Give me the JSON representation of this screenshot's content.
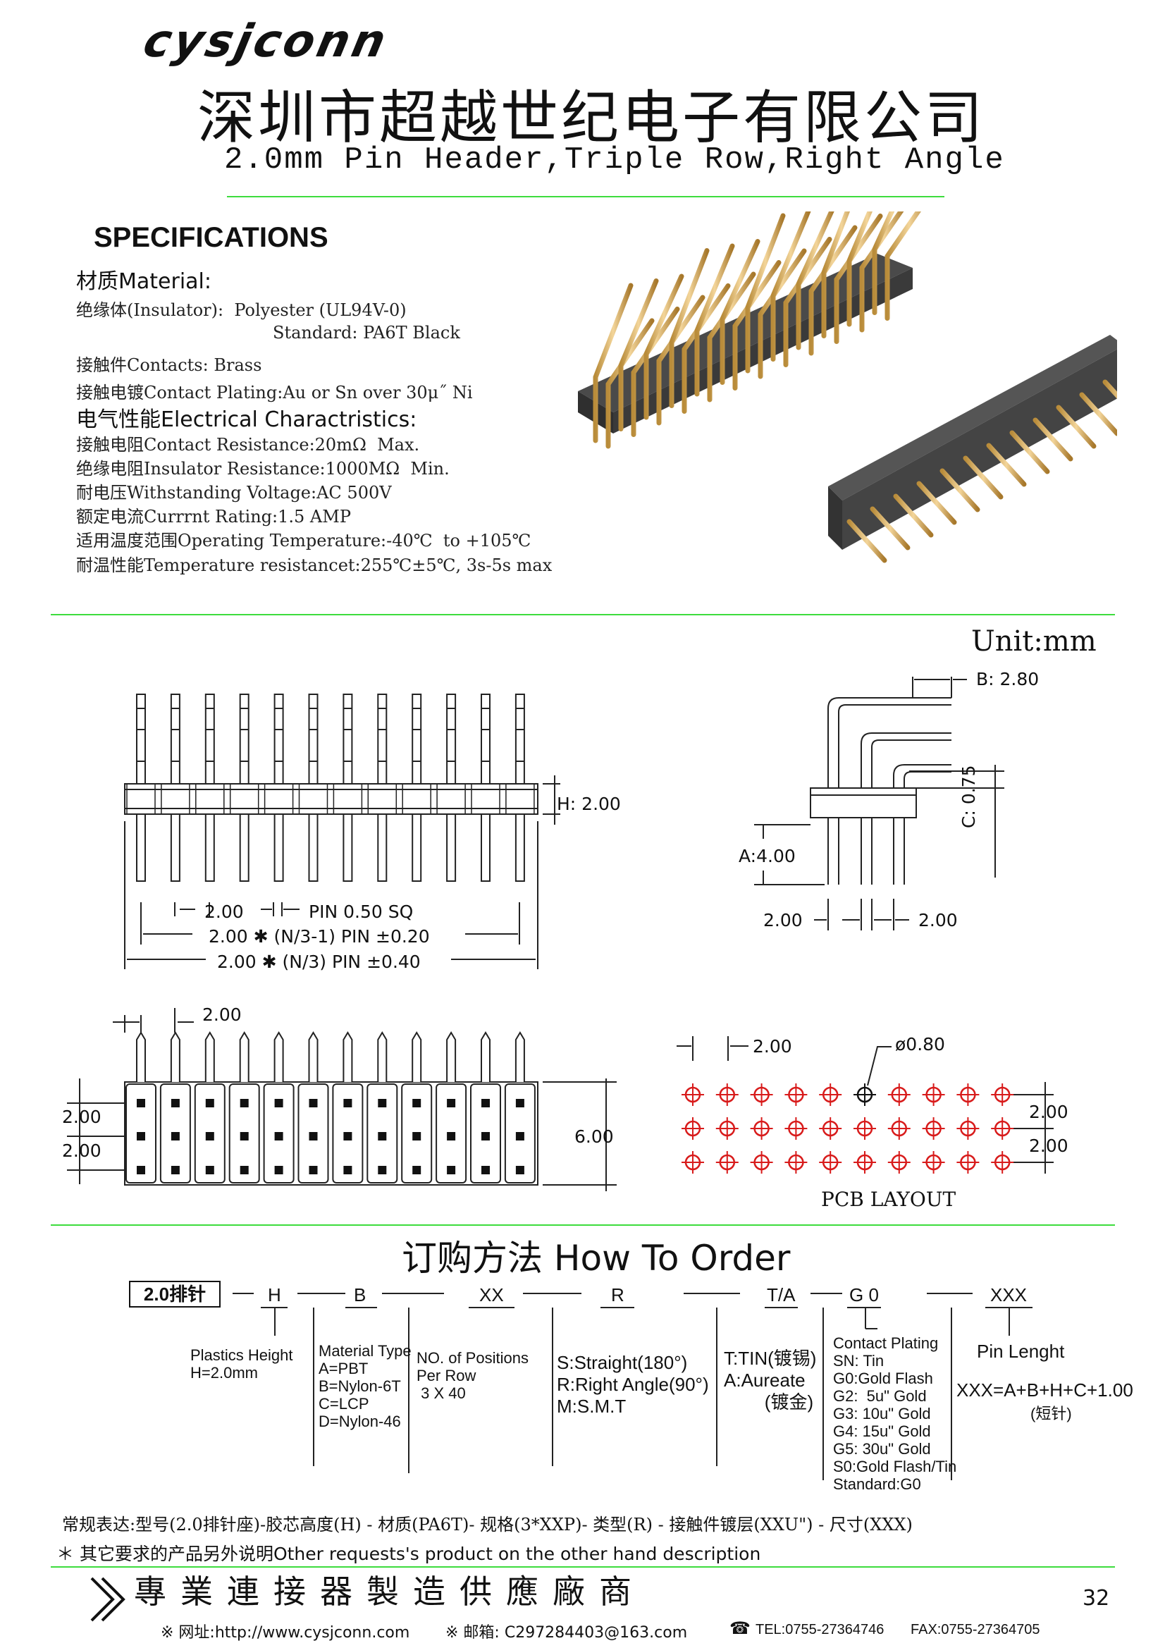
{
  "header": {
    "logo_text": "cysjconn",
    "company_name": "深圳市超越世纪电子有限公司",
    "subtitle": "2.0mm Pin Header,Triple Row,Right Angle"
  },
  "specifications": {
    "title": "SPECIFICATIONS",
    "material_head": "材质Material:",
    "insulator": "绝缘体(Insulator):  Polyester (UL94V-0)",
    "insulator_std": "Standard: PA6T Black",
    "contacts": "接触件Contacts: Brass",
    "plating": "接触电镀Contact Plating:Au or Sn over 30μ˝ Ni",
    "electrical_head": "电气性能Electrical Charactristics:",
    "contact_resistance": "接触电阻Contact Resistance:20mΩ  Max.",
    "insulator_resistance": "绝缘电阻Insulator Resistance:1000MΩ  Min.",
    "withstanding": "耐电压Withstanding Voltage:AC 500V",
    "current": "额定电流Currrnt Rating:1.5 AMP",
    "op_temp": "适用温度范围Operating Temperature:-40℃  to +105℃",
    "temp_res": "耐温性能Temperature resistancet:255℃±5℃, 3s-5s max"
  },
  "drawing": {
    "unit": "Unit:mm",
    "h_dim": "H: 2.00",
    "pitch": "2.00",
    "pin_sq": "PIN 0.50 SQ",
    "len1": "2.00 ✱ (N/3-1) PIN ±0.20",
    "len2": "2.00 ✱ (N/3) PIN ±0.40",
    "b_dim": "B: 2.80",
    "a_dim": "A:4.00",
    "c_dim": "C: 0.75",
    "side_pitch_left": "2.00",
    "side_pitch_right": "2.00",
    "bottom_pitch": "2.00",
    "row_pitch_1": "2.00",
    "row_pitch_2": "2.00",
    "body_height": "6.00",
    "pcb_pitch": "2.00",
    "hole_dia": "ø0.80",
    "pcb_row_1": "2.00",
    "pcb_row_2": "2.00",
    "pcb_label": "PCB LAYOUT"
  },
  "order": {
    "title": "订购方法  How To Order",
    "code_box": "2.0排针",
    "codes": [
      "H",
      "B",
      "XX",
      "R",
      "T/A",
      "G 0",
      "XXX"
    ],
    "plastics": "Plastics Height\nH=2.0mm",
    "material": "Material Type\nA=PBT\nB=Nylon-6T\nC=LCP\nD=Nylon-46",
    "positions": "NO. of Positions\nPer Row\n 3 X 40",
    "type": "S:Straight(180°)\nR:Right Angle(90°)\nM:S.M.T",
    "tin": "T:TIN(镀锡)\nA:Aureate\n        (镀金)",
    "plating": "Contact Plating\nSN: Tin\nG0:Gold Flash\nG2:  5u\" Gold\nG3: 10u\" Gold\nG4: 15u\" Gold\nG5: 30u\" Gold\nS0:Gold Flash/Tin\nStandard:G0",
    "pin_length_head": "Pin Lenght",
    "pin_length_formula": "XXX=A+B+H+C+1.00",
    "pin_length_note": "(短针)"
  },
  "notes": {
    "regular": "常规表达:型号(2.0排针座)-胶芯高度(H) - 材质(PA6T)- 规格(3*XXP)- 类型(R) - 接触件镀层(XXU\") - 尺寸(XXX)",
    "other": "＊ 其它要求的产品另外说明Other requests's product on the other hand description"
  },
  "footer": {
    "slogan": "專業連接器製造供應廠商",
    "website": "※ 网址:http://www.cysjconn.com",
    "email": "※ 邮箱: C297284403@163.com",
    "tel": "TEL:0755-27364746",
    "fax": "FAX:0755-27364705",
    "page_number": "32"
  }
}
